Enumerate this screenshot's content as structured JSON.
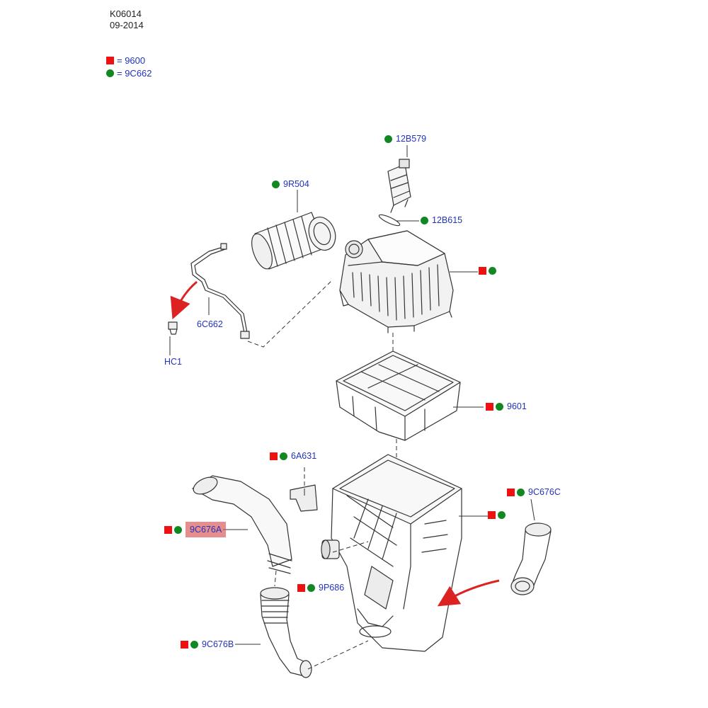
{
  "header": {
    "code": "K06014",
    "date": "09-2014"
  },
  "legend": [
    {
      "marker": "square",
      "color": "#ee1111",
      "label": "= 9600"
    },
    {
      "marker": "circle",
      "color": "#118822",
      "label": "= 9C662"
    }
  ],
  "callouts": {
    "c12b579": "12B579",
    "c9r504": "9R504",
    "c12b615": "12B615",
    "c6c662": "6C662",
    "chc1": "HC1",
    "c9601": "9601",
    "c6a631": "6A631",
    "c9c676c": "9C676C",
    "c9c676a": "9C676A",
    "c9p686": "9P686",
    "c9c676b": "9C676B"
  },
  "colors": {
    "square": "#ee1111",
    "circle": "#118822",
    "label": "#2233bb",
    "arrow": "#dd2222",
    "highlight": "#dc5050"
  },
  "icons": [
    "red-square-marker",
    "green-circle-marker",
    "red-direction-arrow"
  ]
}
